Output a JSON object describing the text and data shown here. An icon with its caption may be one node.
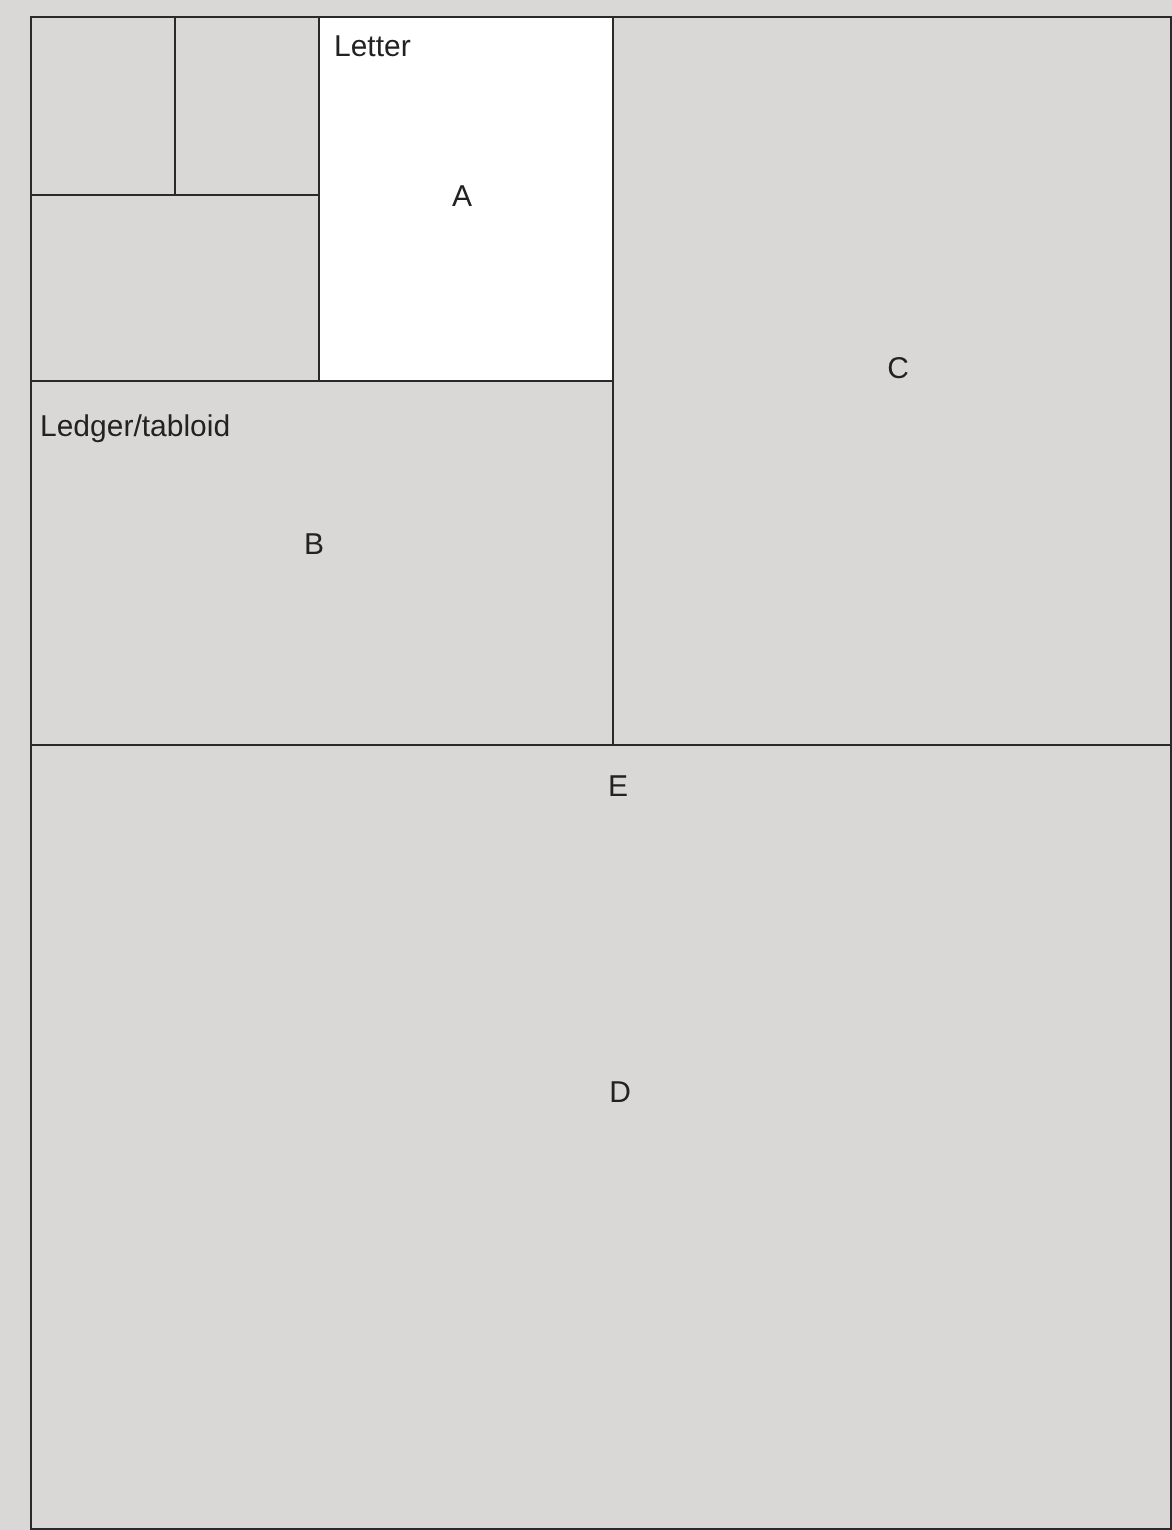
{
  "diagram": {
    "nodes": [
      {
        "text": [],
        "shape": "box"
      },
      {
        "text": [],
        "shape": "box"
      },
      {
        "text": [
          "Letter",
          "A"
        ]
      },
      {
        "text": [
          "C"
        ]
      },
      {
        "text": [],
        "shape": "box"
      },
      {
        "text": [
          "Ledger/tabloid",
          "B"
        ]
      },
      {
        "text": [
          "D"
        ]
      }
    ],
    "edges": [],
    "labels": [
      "E"
    ]
  }
}
